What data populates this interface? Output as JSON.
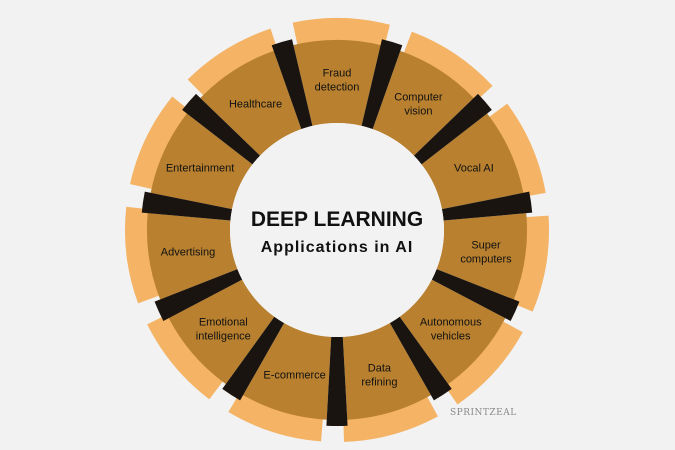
{
  "center": {
    "title": "DEEP LEARNING",
    "subtitle": "Applications in AI"
  },
  "segments": [
    {
      "lines": [
        "Fraud",
        "detection"
      ]
    },
    {
      "lines": [
        "Computer",
        "vision"
      ]
    },
    {
      "lines": [
        "Vocal AI"
      ]
    },
    {
      "lines": [
        "Super",
        "computers"
      ]
    },
    {
      "lines": [
        "Autonomous",
        "vehicles"
      ]
    },
    {
      "lines": [
        "Data",
        "refining"
      ]
    },
    {
      "lines": [
        "E-commerce"
      ]
    },
    {
      "lines": [
        "Emotional",
        "intelligence"
      ]
    },
    {
      "lines": [
        "Advertising"
      ]
    },
    {
      "lines": [
        "Entertainment"
      ]
    },
    {
      "lines": [
        "Healthcare"
      ]
    }
  ],
  "colors": {
    "background": "#f2f2f2",
    "outer_band": "#f4b365",
    "segment_fill": "#b8802f",
    "separator": "#1a1410",
    "text": "#111111"
  },
  "watermark": {
    "text": "SPRINTZEAL"
  }
}
